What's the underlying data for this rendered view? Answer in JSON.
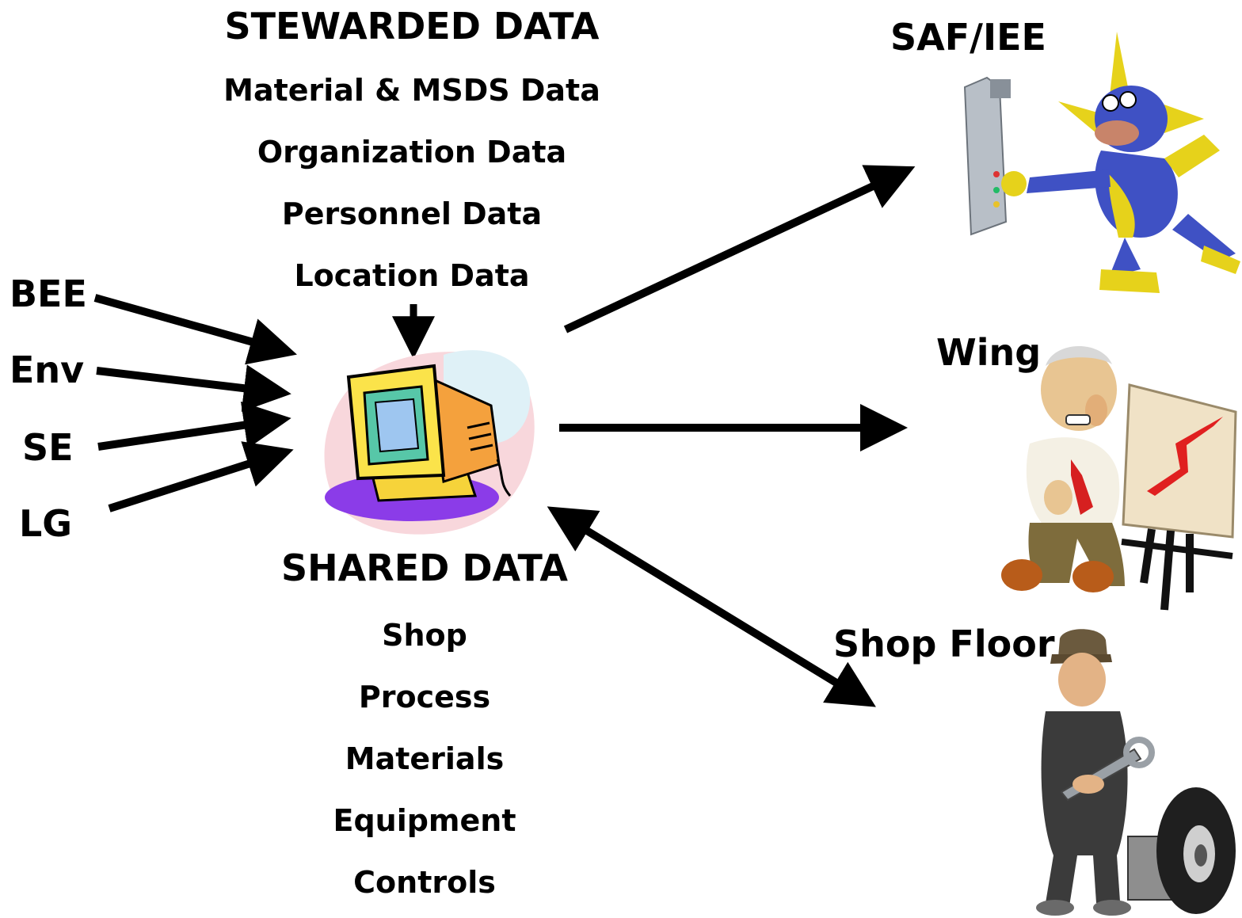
{
  "stewarded": {
    "title": "STEWARDED DATA",
    "items": [
      "Material & MSDS Data",
      "Organization Data",
      "Personnel Data",
      "Location Data"
    ]
  },
  "shared": {
    "title": "SHARED DATA",
    "items": [
      "Shop",
      "Process",
      "Materials",
      "Equipment",
      "Controls"
    ]
  },
  "sources": [
    "BEE",
    "Env",
    "SE",
    "LG"
  ],
  "targets": {
    "saf": "SAF/IEE",
    "wing": "Wing",
    "shop_floor": "Shop Floor"
  },
  "icons": {
    "computer": "computer-icon",
    "saf": "cartoon-knight-at-control-panel",
    "wing": "businessman-with-chart",
    "shop_floor": "mechanic-with-wrench-and-tire"
  }
}
